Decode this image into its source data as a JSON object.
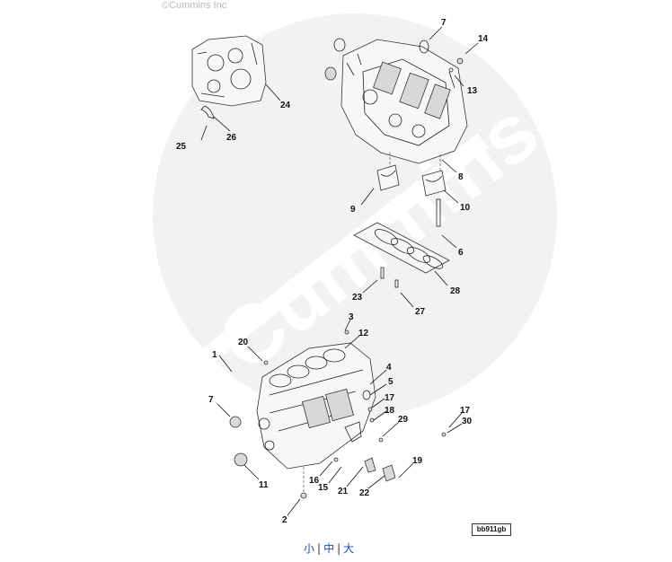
{
  "header": {
    "copyright": "©Cummins Inc"
  },
  "watermark": {
    "text": "Cummins"
  },
  "callouts": [
    {
      "id": "c7a",
      "label": "7"
    },
    {
      "id": "c14",
      "label": "14"
    },
    {
      "id": "c13",
      "label": "13"
    },
    {
      "id": "c24",
      "label": "24"
    },
    {
      "id": "c25",
      "label": "25"
    },
    {
      "id": "c26",
      "label": "26"
    },
    {
      "id": "c8",
      "label": "8"
    },
    {
      "id": "c9",
      "label": "9"
    },
    {
      "id": "c10",
      "label": "10"
    },
    {
      "id": "c6",
      "label": "6"
    },
    {
      "id": "c23",
      "label": "23"
    },
    {
      "id": "c27",
      "label": "27"
    },
    {
      "id": "c28",
      "label": "28"
    },
    {
      "id": "c3",
      "label": "3"
    },
    {
      "id": "c12",
      "label": "12"
    },
    {
      "id": "c20",
      "label": "20"
    },
    {
      "id": "c1",
      "label": "1"
    },
    {
      "id": "c4",
      "label": "4"
    },
    {
      "id": "c5",
      "label": "5"
    },
    {
      "id": "c7b",
      "label": "7"
    },
    {
      "id": "c17a",
      "label": "17"
    },
    {
      "id": "c18",
      "label": "18"
    },
    {
      "id": "c29",
      "label": "29"
    },
    {
      "id": "c17b",
      "label": "17"
    },
    {
      "id": "c30",
      "label": "30"
    },
    {
      "id": "c11",
      "label": "11"
    },
    {
      "id": "c16",
      "label": "16"
    },
    {
      "id": "c15",
      "label": "15"
    },
    {
      "id": "c21",
      "label": "21"
    },
    {
      "id": "c22",
      "label": "22"
    },
    {
      "id": "c19",
      "label": "19"
    },
    {
      "id": "c2",
      "label": "2"
    }
  ],
  "drawing_id": "bb911gb",
  "zoom_links": {
    "small": "小",
    "medium": "中",
    "large": "大",
    "separator": "|"
  },
  "colors": {
    "watermark": "#efefef",
    "link": "#1a4ea8"
  }
}
